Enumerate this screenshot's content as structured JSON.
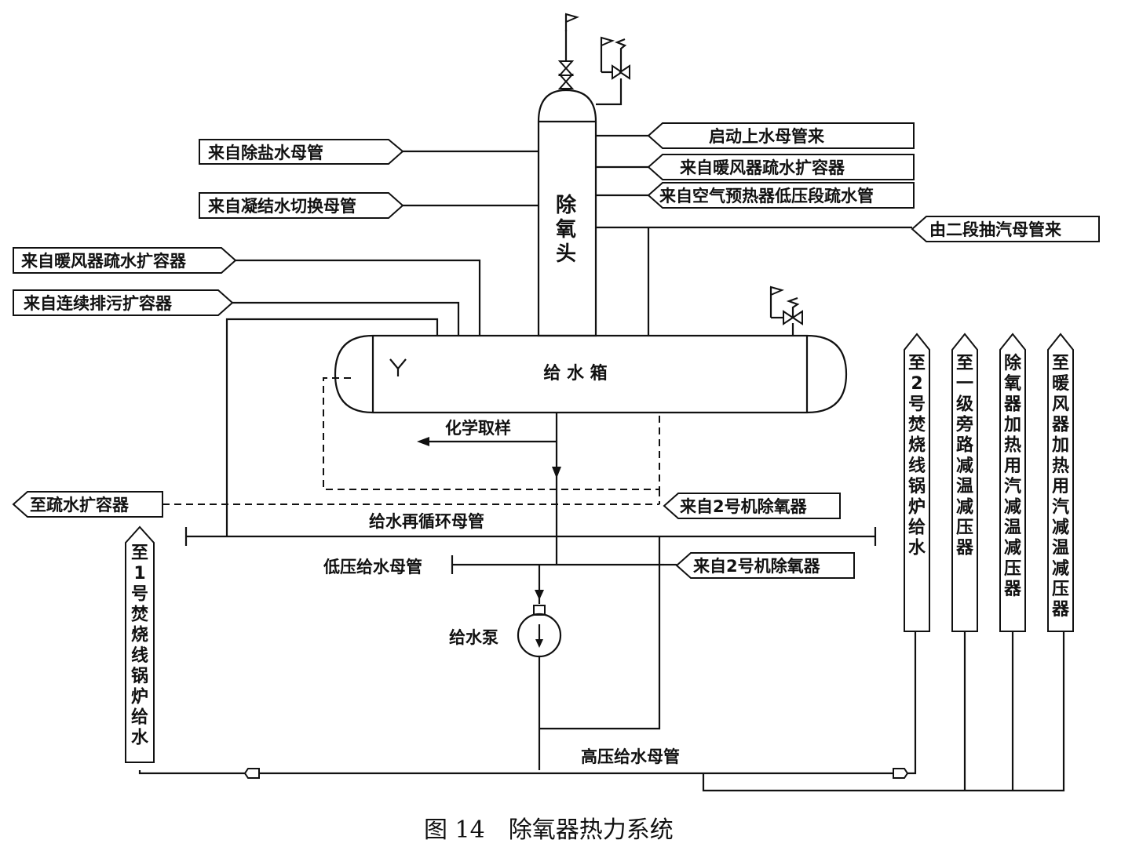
{
  "deaerator_head": "除\n氧\n头",
  "feed_tank": "给 水 箱",
  "left_inlets": [
    "来自除盐水母管",
    "来自凝结水切换母管",
    "来自暖风器疏水扩容器",
    "来自连续排污扩容器"
  ],
  "right_inlets": [
    "启动上水母管来",
    "来自暖风器疏水扩容器",
    "来自空气预热器低压段疏水管",
    "由二段抽汽母管来"
  ],
  "chem_sampling": "化学取样",
  "to_drain_flash": "至疏水扩容器",
  "from_unit2_a": "来自2号机除氧器",
  "from_unit2_b": "来自2号机除氧器",
  "recirc_header": "给水再循环母管",
  "lp_header": "低压给水母管",
  "hp_header": "高压给水母管",
  "pump": "给水泵",
  "vertical_left": "至\n1\n号\n焚\n烧\n线\n锅\n炉\n给\n水",
  "vertical_right": [
    "至\n2\n号\n焚\n烧\n线\n锅\n炉\n给\n水",
    "至\n一\n级\n旁\n路\n减\n温\n减\n压\n器",
    "除\n氧\n器\n加\n热\n用\n汽\n减\n温\n减\n压\n器",
    "至\n暖\n风\n器\n加\n热\n用\n汽\n减\n温\n减\n压\n器"
  ],
  "caption": "图 14　除氧器热力系统"
}
